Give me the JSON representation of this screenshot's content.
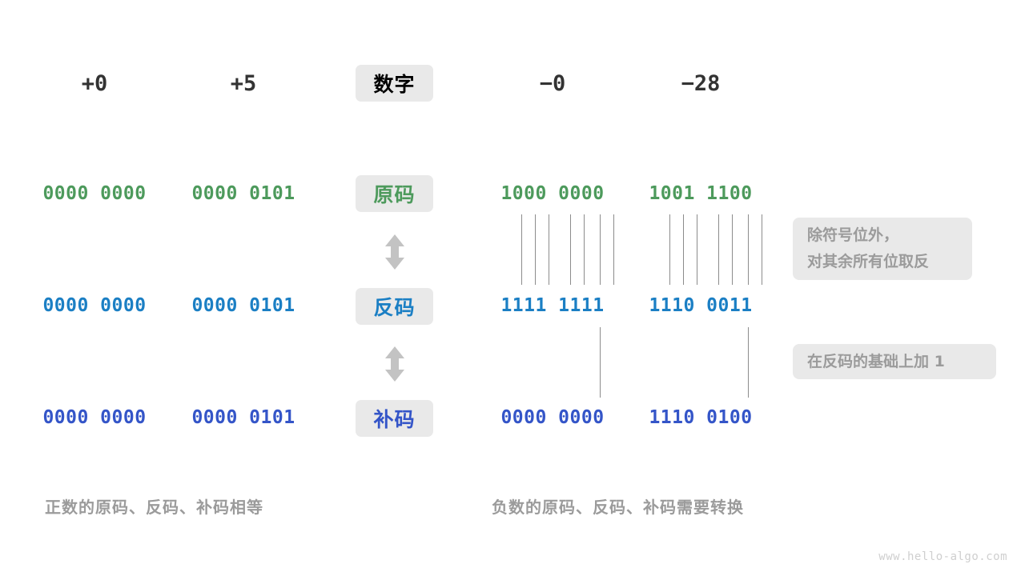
{
  "page": {
    "watermark": "www.hello-algo.com"
  },
  "header": {
    "row_label": "数字",
    "columns": [
      "+0",
      "+5",
      "−0",
      "−28"
    ]
  },
  "rows": [
    {
      "label": "原码",
      "color": "#4d9a5c",
      "values": [
        "0000 0000",
        "0000 0101",
        "1000 0000",
        "1001 1100"
      ]
    },
    {
      "label": "反码",
      "color": "#1b7fc4",
      "values": [
        "0000 0000",
        "0000 0101",
        "1111 1111",
        "1110 0011"
      ]
    },
    {
      "label": "补码",
      "color": "#3455c8",
      "values": [
        "0000 0000",
        "0000 0101",
        "0000 0000",
        "1110 0100"
      ]
    }
  ],
  "notes": [
    {
      "line1": "除符号位外，",
      "line2": "对其余所有位取反"
    },
    {
      "line1": "在反码的基础上加 1",
      "line2": ""
    }
  ],
  "captions": {
    "left": "正数的原码、反码、补码相等",
    "right": "负数的原码、反码、补码需要转换"
  },
  "icons": {
    "transform_arrow": "double-arrow-vertical"
  },
  "colors": {
    "sign_magnitude": "#4d9a5c",
    "ones_complement": "#1b7fc4",
    "twos_complement": "#3455c8",
    "pill_background": "#e9e9e9",
    "note_text": "#9b9b9b",
    "connector_line": "#8c8c8c",
    "header_text": "#333333"
  }
}
